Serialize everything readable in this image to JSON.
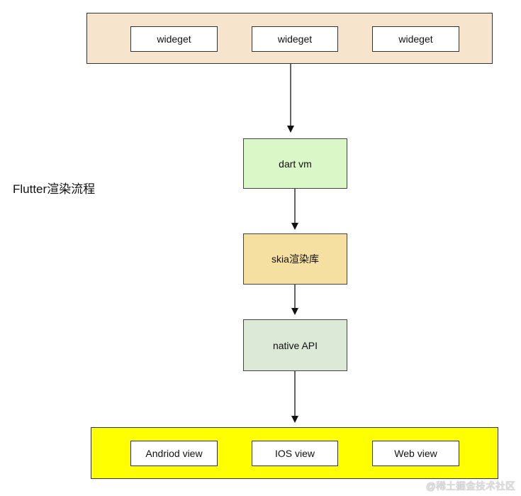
{
  "side_title": "Flutter渲染流程",
  "top_group": {
    "items": [
      "wideget",
      "wideget",
      "wideget"
    ]
  },
  "flow": {
    "dart_vm": "dart vm",
    "skia": "skia渲染库",
    "native_api": "native  API"
  },
  "bottom_group": {
    "items": [
      "Andriod view",
      "IOS view",
      "Web view"
    ]
  },
  "footer_watermark": "@稀土掘金技术社区",
  "colors": {
    "top_band": "#f6e4cc",
    "dart_vm": "#d9f7c7",
    "skia": "#f6e0a1",
    "native_api": "#dbe9d6",
    "bottom_band": "#ffff00"
  }
}
